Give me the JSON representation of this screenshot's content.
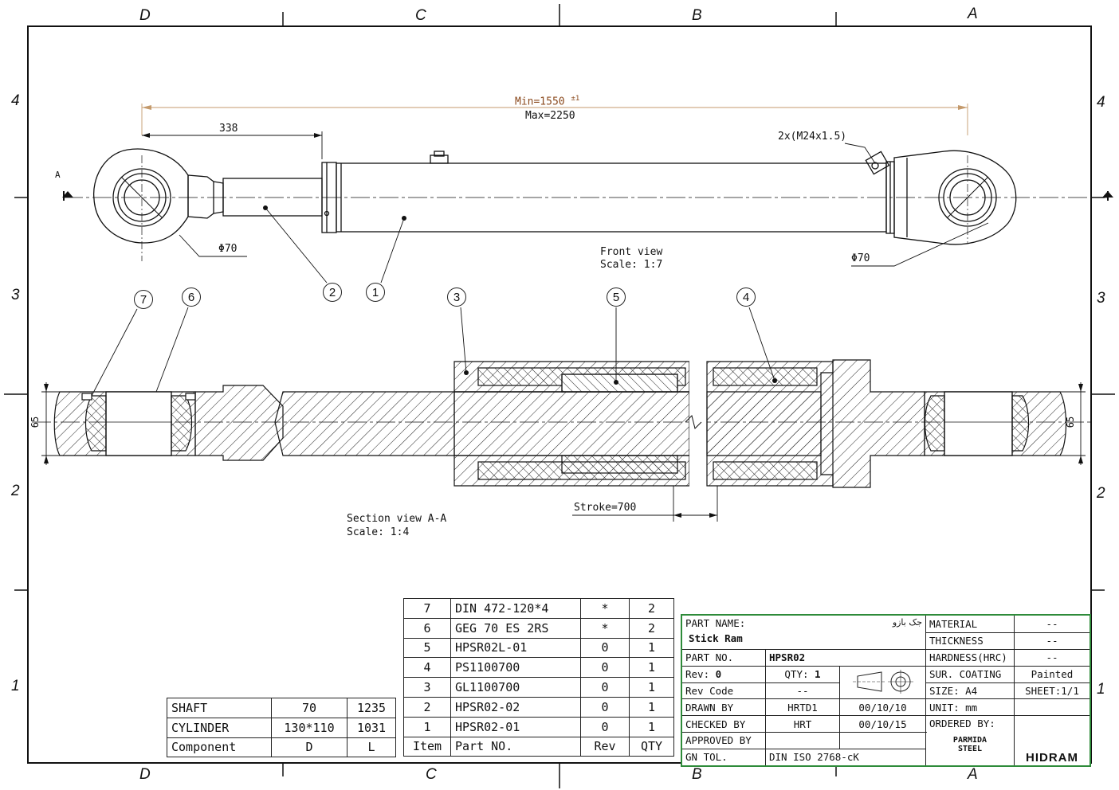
{
  "frame": {
    "zones_top": [
      "D",
      "C",
      "B",
      "A"
    ],
    "zones_bottom": [
      "D",
      "C",
      "B",
      "A"
    ],
    "rows_left": [
      "4",
      "3",
      "2",
      "1"
    ],
    "rows_right": [
      "4",
      "3",
      "2",
      "1"
    ]
  },
  "front_view": {
    "dim_min": "Min=1550",
    "dim_min_tol": "±1",
    "dim_max": "Max=2250",
    "dim_338": "338",
    "thread": "2x(M24x1.5)",
    "dia_left": "Φ70",
    "dia_right": "Φ70",
    "section_mark": "A",
    "view_title": "Front view",
    "view_scale": "Scale:  1:7"
  },
  "section_view": {
    "view_title": "Section view A-A",
    "view_scale": "Scale:  1:4",
    "stroke": "Stroke=700",
    "dim_65_left": "65",
    "dim_65_right": "65"
  },
  "callouts": [
    "1",
    "2",
    "3",
    "4",
    "5",
    "6",
    "7"
  ],
  "bom": {
    "rows": [
      {
        "item": "7",
        "part": "DIN 472-120*4",
        "rev": "*",
        "qty": "2"
      },
      {
        "item": "6",
        "part": "GEG 70 ES 2RS",
        "rev": "*",
        "qty": "2"
      },
      {
        "item": "5",
        "part": "HPSR02L-01",
        "rev": "0",
        "qty": "1"
      },
      {
        "item": "4",
        "part": "PS1100700",
        "rev": "0",
        "qty": "1"
      },
      {
        "item": "3",
        "part": "GL1100700",
        "rev": "0",
        "qty": "1"
      },
      {
        "item": "2",
        "part": "HPSR02-02",
        "rev": "0",
        "qty": "1"
      },
      {
        "item": "1",
        "part": "HPSR02-01",
        "rev": "0",
        "qty": "1"
      }
    ],
    "header": {
      "item": "Item",
      "part": "Part NO.",
      "rev": "Rev",
      "qty": "QTY"
    }
  },
  "dims_table": {
    "rows": [
      {
        "name": "SHAFT",
        "d": "70",
        "l": "1235"
      },
      {
        "name": "CYLINDER",
        "d": "130*110",
        "l": "1031"
      }
    ],
    "header": {
      "name": "Component",
      "d": "D",
      "l": "L"
    }
  },
  "title_block": {
    "part_name_label": "PART NAME:",
    "part_name_fa": "جک بازو",
    "part_name": "Stick Ram",
    "part_no_label": "PART NO.",
    "part_no": "HPSR02",
    "rev_label": "Rev:",
    "rev": "0",
    "qty_label": "QTY:",
    "qty": "1",
    "rev_code_label": "Rev Code",
    "rev_code": "--",
    "drawn_by_label": "DRAWN BY",
    "drawn_by": "HRTD1",
    "drawn_date": "00/10/10",
    "checked_by_label": "CHECKED BY",
    "checked_by": "HRT",
    "checked_date": "00/10/15",
    "approved_by_label": "APPROVED BY",
    "gn_tol_label": "GN TOL.",
    "gn_tol": "DIN ISO 2768-cK",
    "material_label": "MATERIAL",
    "material": "--",
    "thickness_label": "THICKNESS",
    "thickness": "--",
    "hardness_label": "HARDNESS(HRC)",
    "hardness": "--",
    "coating_label": "SUR. COATING",
    "coating": "Painted",
    "size_label": "SIZE: A4",
    "sheet_label": "SHEET:1/1",
    "unit_label": "UNIT: mm",
    "ordered_by_label": "ORDERED BY:",
    "ordered_by_1": "PARMIDA",
    "ordered_by_2": "STEEL",
    "logo_text": "HIDRAM"
  },
  "colors": {
    "line": "#111111",
    "dim_min": "#8b4a1e",
    "dim_line": "#c49a6c",
    "title_border": "#2e8b3a"
  }
}
